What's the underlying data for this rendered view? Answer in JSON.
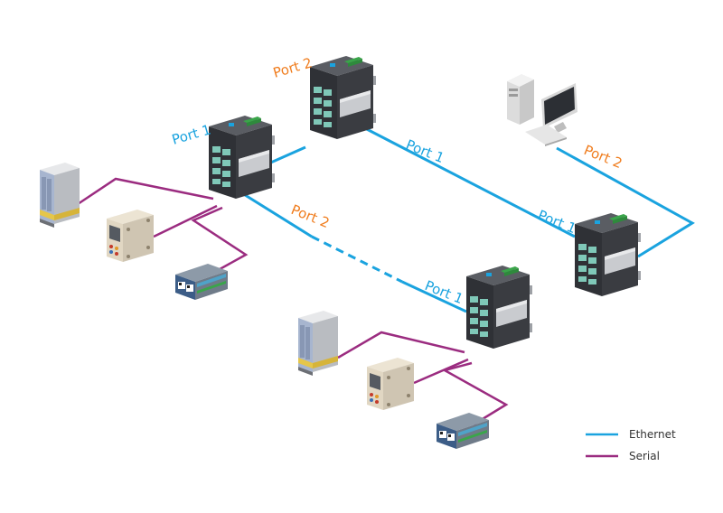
{
  "colors": {
    "ethernet": "#1aa3df",
    "serial": "#9b2c80",
    "port1_label": "#1aa3df",
    "port2_label": "#f07d1e",
    "device_dark": "#2f3136",
    "device_mid": "#44474d",
    "device_panel": "#c9cbcf",
    "port_teal": "#7fc8b8",
    "terminal_green": "#3aa54a"
  },
  "labels": {
    "switch_a_port1": "Port 1",
    "switch_b_port2": "Port 2",
    "link_ab_port1": "Port 1",
    "link_bd_port1": "Port 1",
    "link_pc_port2": "Port 2",
    "link_ac_port2": "Port 2",
    "link_ac_port1": "Port 1"
  },
  "legend": {
    "ethernet": "Ethernet",
    "serial": "Serial"
  },
  "icons": {
    "industrial_switch": "industrial-switch-icon",
    "computer": "desktop-computer-icon",
    "control_cabinet": "control-cabinet-icon",
    "hmi_panel": "hmi-panel-icon",
    "plc_module": "plc-module-icon"
  }
}
